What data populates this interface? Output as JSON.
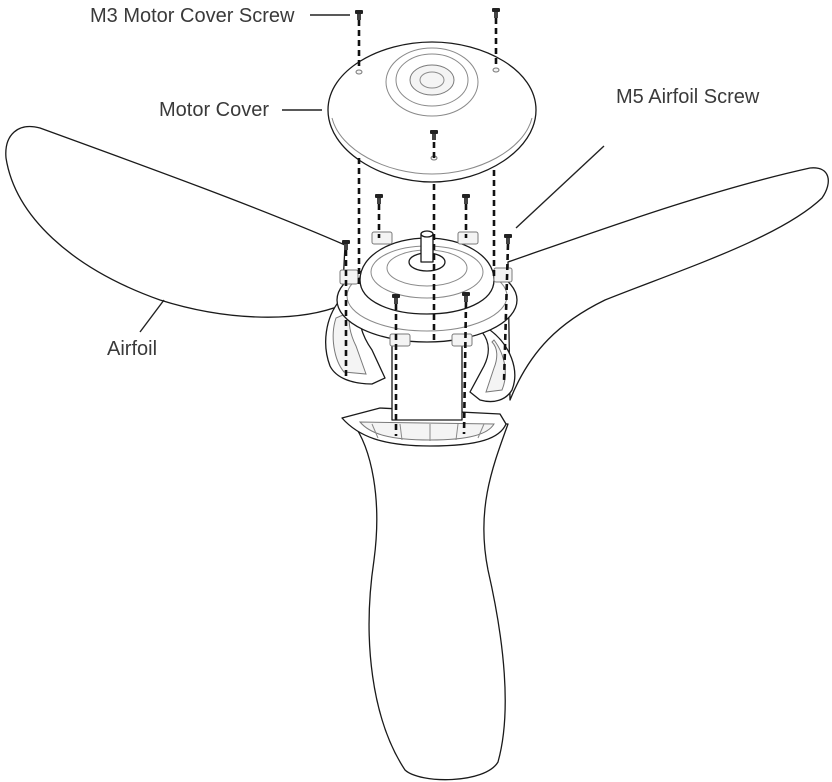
{
  "labels": {
    "motor_cover_screw": "M3 Motor Cover Screw",
    "motor_cover": "Motor Cover",
    "airfoil_screw": "M5 Airfoil Screw",
    "airfoil": "Airfoil"
  },
  "colors": {
    "line": "#1a1a1a",
    "text": "#3a3a3a",
    "background": "#ffffff"
  }
}
